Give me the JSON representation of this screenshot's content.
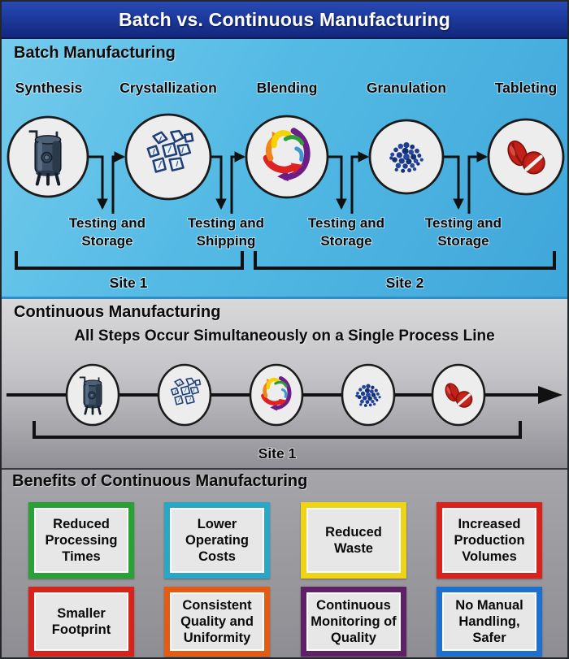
{
  "title": "Batch vs. Continuous Manufacturing",
  "batch": {
    "heading": "Batch Manufacturing",
    "steps": [
      "Synthesis",
      "Crystallization",
      "Blending",
      "Granulation",
      "Tableting"
    ],
    "testing": [
      {
        "line1": "Testing and",
        "line2": "Storage"
      },
      {
        "line1": "Testing and",
        "line2": "Shipping"
      },
      {
        "line1": "Testing and",
        "line2": "Storage"
      },
      {
        "line1": "Testing and",
        "line2": "Storage"
      }
    ],
    "site1": "Site 1",
    "site2": "Site 2"
  },
  "continuous": {
    "heading": "Continuous Manufacturing",
    "subtitle": "All Steps Occur Simultaneously on a Single Process Line",
    "site": "Site 1"
  },
  "benefits": {
    "heading": "Benefits of Continuous Manufacturing",
    "items": [
      {
        "label": "Reduced Processing Times",
        "color": "#2aa136"
      },
      {
        "label": "Lower Operating Costs",
        "color": "#2aa6c6"
      },
      {
        "label": "Reduced Waste",
        "color": "#efd415"
      },
      {
        "label": "Increased Production Volumes",
        "color": "#d8231d"
      },
      {
        "label": "Smaller Footprint",
        "color": "#d8231d"
      },
      {
        "label": "Consistent Quality and Uniformity",
        "color": "#e45b13"
      },
      {
        "label": "Continuous Monitoring of Quality",
        "color": "#5e2066"
      },
      {
        "label": "No Manual Handling, Safer",
        "color": "#1e70cf"
      }
    ]
  },
  "icons": {
    "synthesis": "reactor-tank-icon",
    "crystallization": "crystals-icon",
    "blending": "blend-swirl-icon",
    "granulation": "granules-icon",
    "tableting": "tablets-icon"
  },
  "colors": {
    "title_bar": "#1c3a9e",
    "batch_bg_top": "#68c6ea",
    "batch_bg_bottom": "#3fa6da",
    "continuous_bg_top": "#d6d6d8",
    "continuous_bg_bottom": "#95959b",
    "benefits_bg": "#9d9da1"
  }
}
